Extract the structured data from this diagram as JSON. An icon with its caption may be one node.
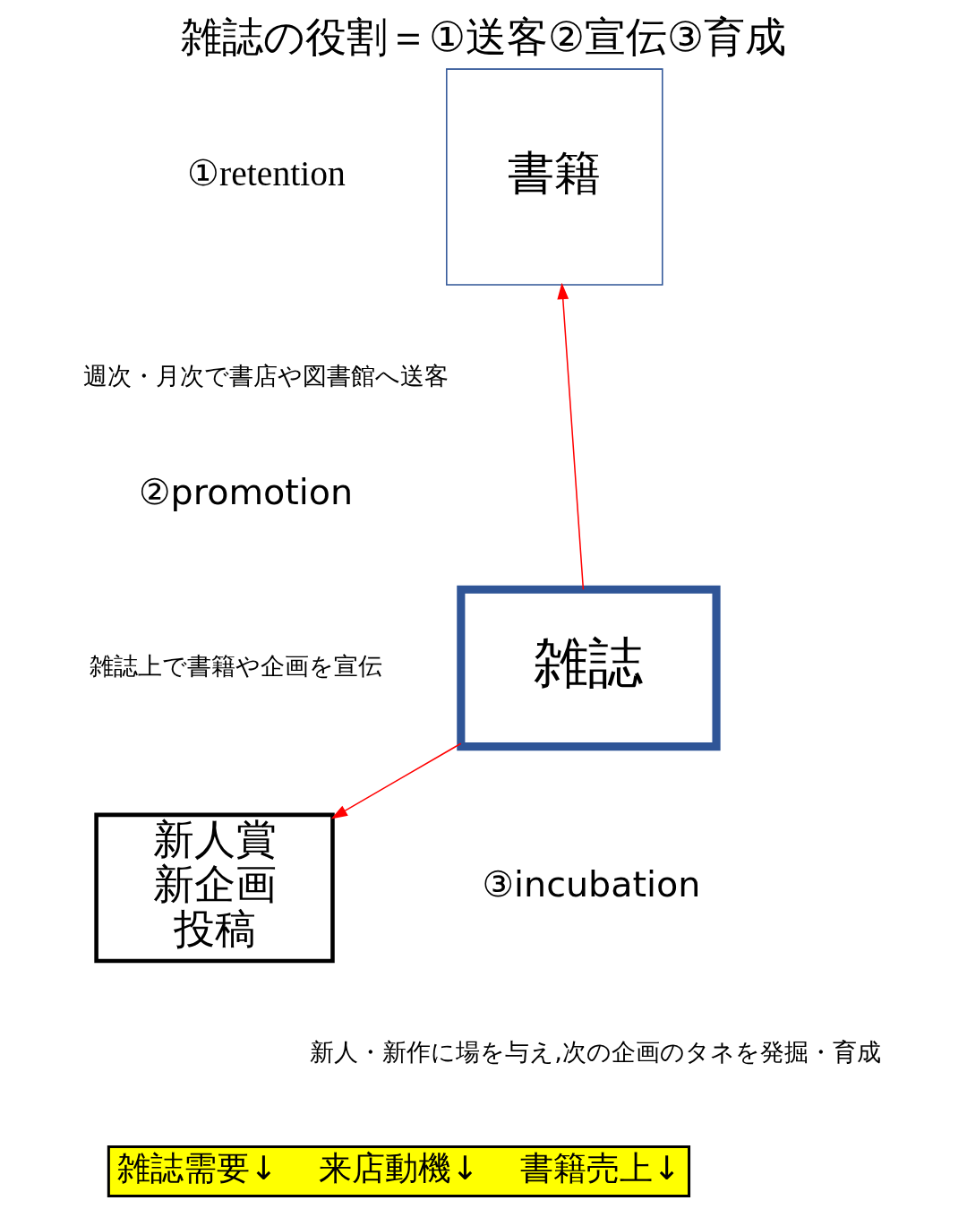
{
  "diagram": {
    "title": "雑誌の役割＝①送客②宣伝③育成",
    "nodes": [
      {
        "text": [
          "雑誌"
        ]
      },
      {
        "text": [
          "書籍"
        ]
      },
      {
        "text": [
          "新人賞",
          "新企画",
          "投稿"
        ]
      },
      {
        "text": [
          "雑誌需要↓",
          "来店動機↓",
          "書籍売上↓"
        ]
      }
    ],
    "edges": [
      {
        "from": 0,
        "to": 1,
        "arrow": "to",
        "color": "#ff0000"
      },
      {
        "from": 0,
        "to": 2,
        "arrow": "to",
        "color": "#ff0000"
      }
    ],
    "labels": [
      "①retention",
      "週次・月次で書店や図書館へ送客",
      "②promotion",
      "雑誌上で書籍や企画を宣伝",
      "③incubation",
      "新人・新作に場を与え,次の企画のタネを発掘・育成"
    ]
  }
}
